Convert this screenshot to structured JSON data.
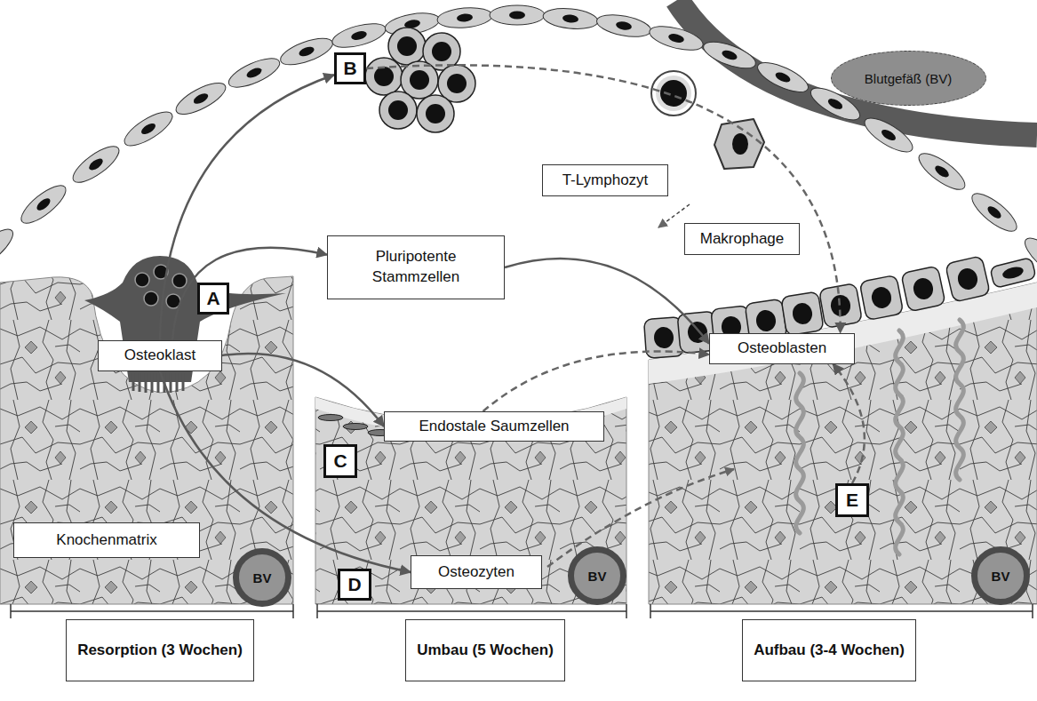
{
  "diagram": {
    "nodes": [
      {
        "text": [
          "Blutgefäß (BV)"
        ]
      },
      {
        "text": [
          "B"
        ]
      },
      {
        "text": [
          "T-Lymphozyt"
        ]
      },
      {
        "text": [
          "Pluripotente Stammzellen"
        ]
      },
      {
        "text": [
          "Makrophage"
        ]
      },
      {
        "text": [
          "A"
        ]
      },
      {
        "text": [
          "Osteoklast"
        ]
      },
      {
        "text": [
          "Endostale Saumzellen"
        ]
      },
      {
        "text": [
          "Osteoblasten"
        ]
      },
      {
        "text": [
          "C"
        ]
      },
      {
        "text": [
          "Knochenmatrix"
        ]
      },
      {
        "text": [
          "E"
        ]
      },
      {
        "text": [
          "D"
        ]
      },
      {
        "text": [
          "Osteozyten"
        ]
      },
      {
        "text": [
          "BV"
        ]
      },
      {
        "text": [
          "BV"
        ]
      },
      {
        "text": [
          "BV"
        ]
      },
      {
        "text": [
          "Resorption (3 Wochen)"
        ]
      },
      {
        "text": [
          "Umbau (5 Wochen)"
        ]
      },
      {
        "text": [
          "Aufbau (3-4 Wochen)"
        ]
      }
    ],
    "edges": [
      {
        "from": 6,
        "to": 1,
        "arrow": "to"
      },
      {
        "from": 6,
        "to": 3,
        "arrow": "to"
      },
      {
        "from": 6,
        "to": 7,
        "arrow": "to"
      },
      {
        "from": 6,
        "to": 13,
        "arrow": "to"
      },
      {
        "from": 3,
        "to": 8,
        "arrow": "to"
      },
      {
        "from": 1,
        "to": 8,
        "arrow": "to"
      },
      {
        "from": 7,
        "to": 8,
        "arrow": "to"
      },
      {
        "from": 11,
        "to": 8,
        "arrow": "to"
      }
    ]
  }
}
